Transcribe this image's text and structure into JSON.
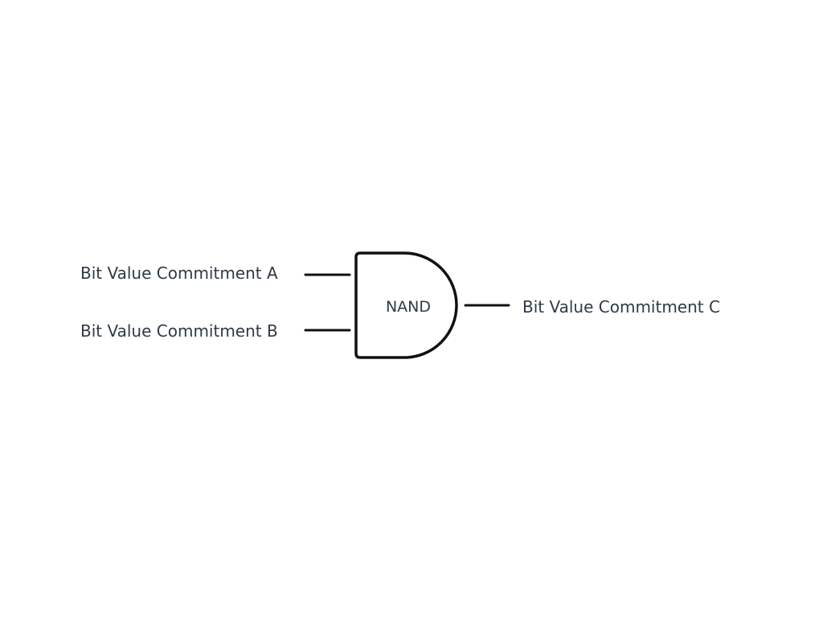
{
  "diagram": {
    "inputs": [
      {
        "label": "Bit Value Commitment A"
      },
      {
        "label": "Bit Value Commitment B"
      }
    ],
    "gate": {
      "label": "NAND"
    },
    "output": {
      "label": "Bit Value Commitment C"
    }
  },
  "colors": {
    "stroke": "#111111",
    "text": "#2f3a45",
    "background": "#ffffff"
  }
}
